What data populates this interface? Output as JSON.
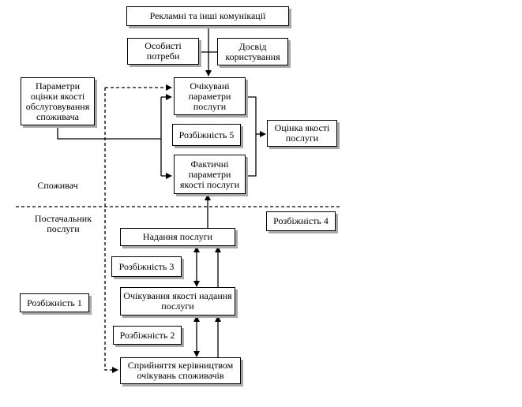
{
  "diagram": {
    "boxes": {
      "communications": {
        "label": "Рекламні та інші комунікації"
      },
      "personal_needs": {
        "label": "Особисті потреби"
      },
      "experience": {
        "label": "Досвід користування"
      },
      "quality_params": {
        "label": "Параметри оцінки якості обслуговування споживача"
      },
      "expected_params": {
        "label": "Очікувані параметри послуги"
      },
      "gap5": {
        "label": "Розбіжність 5"
      },
      "actual_params": {
        "label": "Фактичні параметри якості послуги"
      },
      "quality_assessment": {
        "label": "Оцінка якості послуги"
      },
      "gap4": {
        "label": "Розбіжність 4"
      },
      "service_delivery": {
        "label": "Надання послуги"
      },
      "gap3": {
        "label": "Розбіжність 3"
      },
      "expected_quality": {
        "label": "Очікування якості надання послуги"
      },
      "gap1": {
        "label": "Розбіжність 1"
      },
      "gap2": {
        "label": "Розбіжність 2"
      },
      "management_perception": {
        "label": "Сприйняття керівництвом очікувань споживачів"
      }
    },
    "zone_labels": {
      "consumer": "Споживач",
      "provider": "Постачальник послуги"
    },
    "colors": {
      "box_background": "#ffffff",
      "box_border": "#000000",
      "box_shadow": "#a8a8a8",
      "line": "#000000"
    }
  }
}
